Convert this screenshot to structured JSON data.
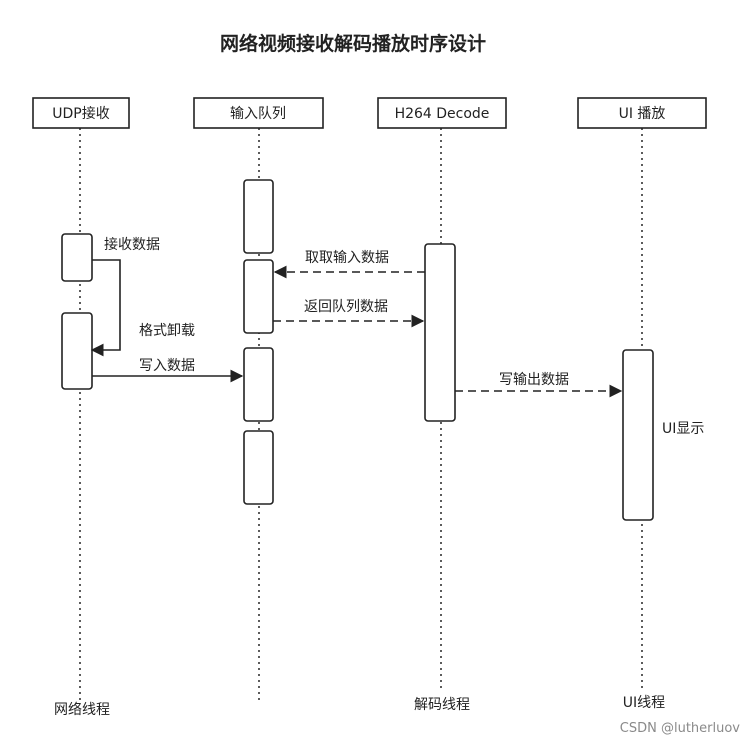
{
  "title": "网络视频接收解码播放时序设计",
  "participants": [
    {
      "id": "udp",
      "label": "UDP接收"
    },
    {
      "id": "queue",
      "label": "输入队列"
    },
    {
      "id": "decode",
      "label": "H264 Decode"
    },
    {
      "id": "ui",
      "label": "UI 播放"
    }
  ],
  "messages": {
    "receive": "接收数据",
    "parse": "格式卸载",
    "write": "写入数据",
    "fetch": "取取输入数据",
    "return": "返回队列数据",
    "output": "写输出数据",
    "display": "UI显示"
  },
  "footers": {
    "network": "网络线程",
    "decode": "解码线程",
    "ui": "UI线程"
  },
  "watermark": "CSDN @lutherluov"
}
